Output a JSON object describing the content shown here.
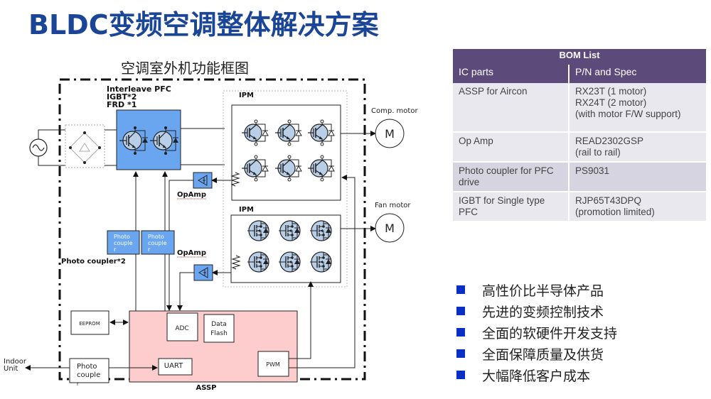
{
  "header": {
    "title": "BLDC变频空调整体解决方案",
    "subtitle": "空调室外机功能框图"
  },
  "diagram": {
    "pfc_label_1": "Interleave PFC",
    "pfc_label_2": "IGBT*2",
    "pfc_label_3": "FRD *1",
    "ipm_top_label": "IPM",
    "ipm_bottom_label": "IPM",
    "comp_motor_label": "Comp. motor",
    "fan_motor_label": "Fan motor",
    "motor_symbol": "M",
    "opamp_label": "OpAmp",
    "photo_coupler_text": [
      "Photo",
      "couple",
      "r"
    ],
    "photo_coupler_count_label": "Photo coupler*2",
    "eeprom_label": "EEPROM",
    "adc_label": "ADC",
    "data_flash_label": [
      "Data",
      "Flash"
    ],
    "uart_label": "UART",
    "pwm_label": "PWM",
    "assp_label": "ASSP",
    "indoor_unit_label": [
      "Indoor",
      "Unit"
    ],
    "colors": {
      "module_blue": "#6aa6f0",
      "assp_pink": "#fdcccc",
      "device_fill": "#b9cfe8",
      "boundary": "#111111"
    }
  },
  "bom": {
    "title": "BOM List",
    "columns": [
      "IC parts",
      "P/N and Spec"
    ],
    "rows": [
      {
        "part": "ASSP for Aircon",
        "spec": [
          "RX23T (1 motor)",
          "RX24T (2 motor)",
          "(with motor F/W support)"
        ]
      },
      {
        "part": "Op Amp",
        "spec": [
          "READ2302GSP",
          "(rail to rail)"
        ]
      },
      {
        "part": "Photo coupler for PFC drive",
        "spec": [
          "PS9031"
        ]
      },
      {
        "part": "IGBT for Single type PFC",
        "spec": [
          "RJP65T43DPQ",
          "(promotion limited)"
        ]
      }
    ],
    "colors": {
      "header": "#5c4a7a",
      "row_light": "#e9e8ee",
      "row_dark": "#d6d4e0"
    }
  },
  "features": {
    "bullet_color": "#0a2fc4",
    "items": [
      "高性价比半导体产品",
      "先进的变频控制技术",
      "全面的软硬件开发支持",
      "全面保障质量及供货",
      "大幅降低客户成本"
    ]
  }
}
